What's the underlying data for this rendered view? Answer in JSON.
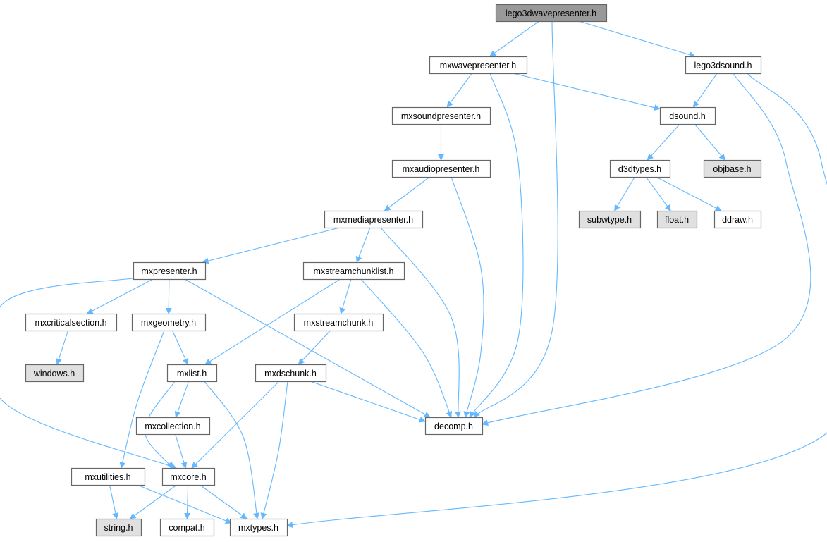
{
  "graph": {
    "type": "include-dependency-graph",
    "colors": {
      "root_fill": "#999999",
      "normal_fill": "#ffffff",
      "missing_fill": "#e0e0e0",
      "edge": "#63b8ff",
      "border": "#666666"
    },
    "nodes": [
      {
        "id": "lego3dwavepresenter",
        "label": "lego3dwavepresenter.h",
        "kind": "root"
      },
      {
        "id": "mxwavepresenter",
        "label": "mxwavepresenter.h",
        "kind": "normal"
      },
      {
        "id": "lego3dsound",
        "label": "lego3dsound.h",
        "kind": "normal"
      },
      {
        "id": "mxsoundpresenter",
        "label": "mxsoundpresenter.h",
        "kind": "normal"
      },
      {
        "id": "dsound",
        "label": "dsound.h",
        "kind": "normal"
      },
      {
        "id": "mxaudiopresenter",
        "label": "mxaudiopresenter.h",
        "kind": "normal"
      },
      {
        "id": "d3dtypes",
        "label": "d3dtypes.h",
        "kind": "normal"
      },
      {
        "id": "objbase",
        "label": "objbase.h",
        "kind": "missing"
      },
      {
        "id": "mxmediapresenter",
        "label": "mxmediapresenter.h",
        "kind": "normal"
      },
      {
        "id": "subwtype",
        "label": "subwtype.h",
        "kind": "missing"
      },
      {
        "id": "float",
        "label": "float.h",
        "kind": "missing"
      },
      {
        "id": "ddraw",
        "label": "ddraw.h",
        "kind": "normal"
      },
      {
        "id": "mxpresenter",
        "label": "mxpresenter.h",
        "kind": "normal"
      },
      {
        "id": "mxstreamchunklist",
        "label": "mxstreamchunklist.h",
        "kind": "normal"
      },
      {
        "id": "mxcriticalsection",
        "label": "mxcriticalsection.h",
        "kind": "normal"
      },
      {
        "id": "mxgeometry",
        "label": "mxgeometry.h",
        "kind": "normal"
      },
      {
        "id": "mxstreamchunk",
        "label": "mxstreamchunk.h",
        "kind": "normal"
      },
      {
        "id": "windows",
        "label": "windows.h",
        "kind": "missing"
      },
      {
        "id": "mxlist",
        "label": "mxlist.h",
        "kind": "normal"
      },
      {
        "id": "mxdschunk",
        "label": "mxdschunk.h",
        "kind": "normal"
      },
      {
        "id": "mxcollection",
        "label": "mxcollection.h",
        "kind": "normal"
      },
      {
        "id": "decomp",
        "label": "decomp.h",
        "kind": "normal"
      },
      {
        "id": "mxutilities",
        "label": "mxutilities.h",
        "kind": "normal"
      },
      {
        "id": "mxcore",
        "label": "mxcore.h",
        "kind": "normal"
      },
      {
        "id": "string",
        "label": "string.h",
        "kind": "missing"
      },
      {
        "id": "compat",
        "label": "compat.h",
        "kind": "normal"
      },
      {
        "id": "mxtypes",
        "label": "mxtypes.h",
        "kind": "normal"
      }
    ],
    "edges": [
      [
        "lego3dwavepresenter",
        "mxwavepresenter"
      ],
      [
        "lego3dwavepresenter",
        "decomp"
      ],
      [
        "lego3dwavepresenter",
        "lego3dsound"
      ],
      [
        "mxwavepresenter",
        "mxsoundpresenter"
      ],
      [
        "mxwavepresenter",
        "decomp"
      ],
      [
        "mxwavepresenter",
        "dsound"
      ],
      [
        "lego3dsound",
        "dsound"
      ],
      [
        "lego3dsound",
        "decomp"
      ],
      [
        "lego3dsound",
        "mxtypes"
      ],
      [
        "mxsoundpresenter",
        "mxaudiopresenter"
      ],
      [
        "dsound",
        "d3dtypes"
      ],
      [
        "dsound",
        "objbase"
      ],
      [
        "mxaudiopresenter",
        "mxmediapresenter"
      ],
      [
        "mxaudiopresenter",
        "decomp"
      ],
      [
        "d3dtypes",
        "subwtype"
      ],
      [
        "d3dtypes",
        "float"
      ],
      [
        "d3dtypes",
        "ddraw"
      ],
      [
        "mxmediapresenter",
        "mxpresenter"
      ],
      [
        "mxmediapresenter",
        "mxstreamchunklist"
      ],
      [
        "mxmediapresenter",
        "decomp"
      ],
      [
        "mxpresenter",
        "mxcriticalsection"
      ],
      [
        "mxpresenter",
        "mxgeometry"
      ],
      [
        "mxpresenter",
        "decomp"
      ],
      [
        "mxpresenter",
        "mxcore"
      ],
      [
        "mxstreamchunklist",
        "mxlist"
      ],
      [
        "mxstreamchunklist",
        "mxstreamchunk"
      ],
      [
        "mxstreamchunklist",
        "decomp"
      ],
      [
        "mxcriticalsection",
        "windows"
      ],
      [
        "mxgeometry",
        "mxlist"
      ],
      [
        "mxgeometry",
        "mxutilities"
      ],
      [
        "mxstreamchunk",
        "mxdschunk"
      ],
      [
        "mxlist",
        "mxcollection"
      ],
      [
        "mxlist",
        "mxcore"
      ],
      [
        "mxlist",
        "mxtypes"
      ],
      [
        "mxdschunk",
        "decomp"
      ],
      [
        "mxdschunk",
        "mxcore"
      ],
      [
        "mxdschunk",
        "mxtypes"
      ],
      [
        "mxcollection",
        "mxcore"
      ],
      [
        "mxutilities",
        "string"
      ],
      [
        "mxutilities",
        "mxtypes"
      ],
      [
        "mxcore",
        "string"
      ],
      [
        "mxcore",
        "compat"
      ],
      [
        "mxcore",
        "mxtypes"
      ]
    ]
  }
}
